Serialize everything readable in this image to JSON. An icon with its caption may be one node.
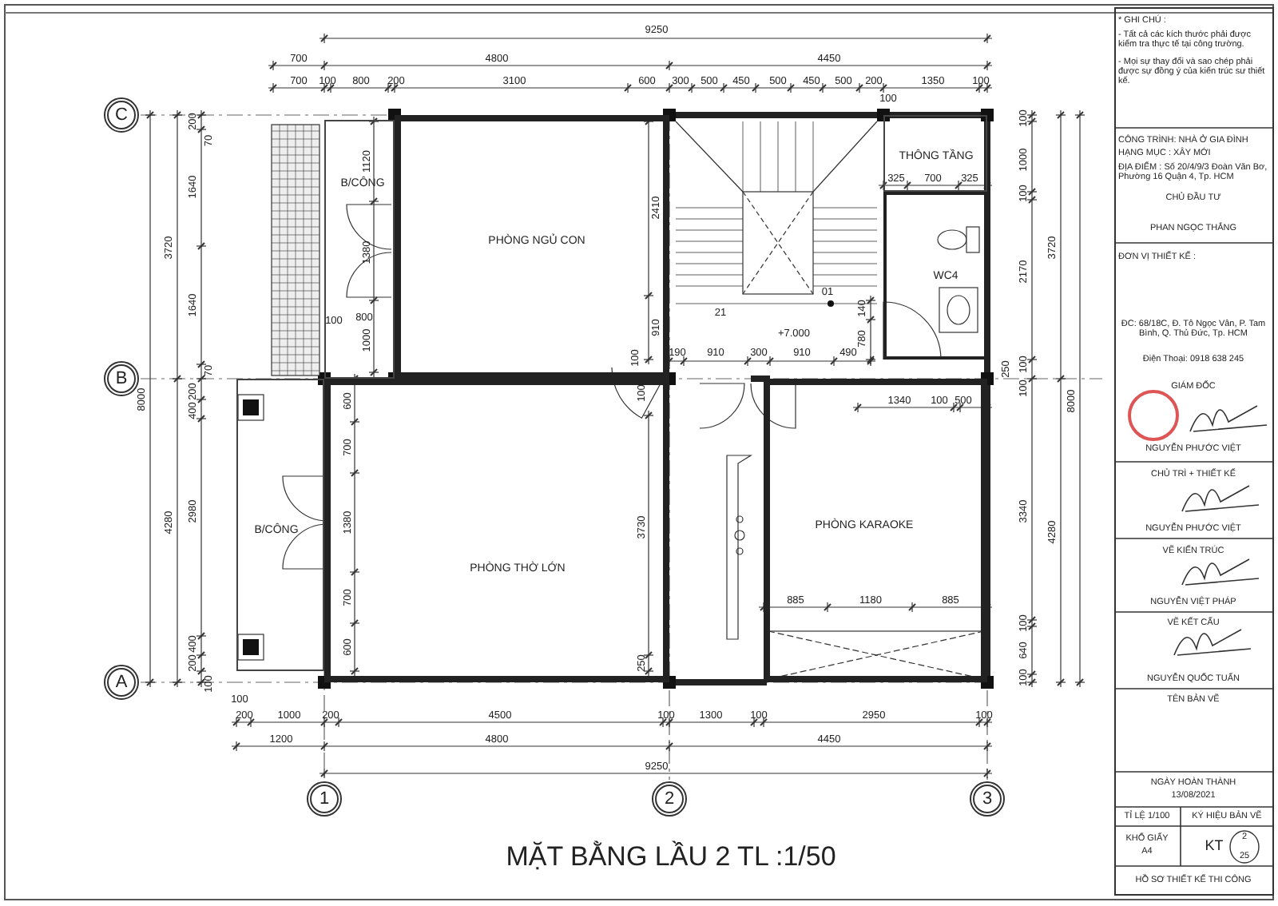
{
  "diagram": {
    "title": "MẶT BẰNG LẦU 2 TL :1/50",
    "nodes": [
      {
        "text": [
          "C"
        ]
      },
      {
        "text": [
          "B/CÔNG"
        ]
      },
      {
        "text": [
          "PHÒNG NGỦ CON"
        ]
      },
      {
        "text": [
          "THÔNG TẦNG"
        ]
      },
      {
        "text": [
          "WC4"
        ]
      },
      {
        "text": [
          "B"
        ]
      },
      {
        "text": [
          "PHÒNG KARAOKE"
        ]
      },
      {
        "text": [
          "B/CÔNG"
        ]
      },
      {
        "text": [
          "PHÒNG THỜ LỚN"
        ]
      },
      {
        "text": [
          "A"
        ]
      },
      {
        "text": [
          "1"
        ]
      },
      {
        "text": [
          "2"
        ]
      },
      {
        "text": [
          "3"
        ]
      }
    ],
    "edges": [],
    "labels": [
      "9250",
      "700",
      "4800",
      "4450",
      "700",
      "100",
      "800",
      "200",
      "3100",
      "600",
      "300",
      "500",
      "450",
      "500",
      "450",
      "500",
      "200",
      "1350",
      "100",
      "100",
      "200",
      "70",
      "1640",
      "3720",
      "1640",
      "70",
      "200",
      "400",
      "8000",
      "4280",
      "2980",
      "400",
      "200",
      "100",
      "100",
      "1000",
      "100",
      "3720",
      "2170",
      "250",
      "100",
      "100",
      "8000",
      "3340",
      "4280",
      "100",
      "640",
      "100",
      "325",
      "700",
      "325",
      "1120",
      "2410",
      "1380",
      "01",
      "21",
      "140",
      "100",
      "800",
      "1000",
      "910",
      "+7.000",
      "780",
      "190",
      "910",
      "300",
      "910",
      "490",
      "100",
      "100",
      "1340",
      "100",
      "500",
      "600",
      "700",
      "1380",
      "3730",
      "700",
      "885",
      "1180",
      "885",
      "600",
      "250",
      "100",
      "200",
      "1000",
      "200",
      "4500",
      "100",
      "1300",
      "100",
      "2950",
      "100",
      "1200",
      "4800",
      "4450",
      "9250",
      "* GHI CHÚ :",
      "- Tất cả các kích thước phải được kiểm tra thực tế tại công trường.",
      "- Mọi sự thay đổi và sao chép phải được sự đồng ý của kiến trúc sư thiết kế.",
      "CÔNG TRÌNH: NHÀ Ở GIA ĐÌNH",
      "HẠNG MỤC : XÂY MỚI",
      "ĐỊA ĐIỂM : Số 20/4/9/3 Đoàn Văn Bơ, Phường 16 Quận 4, Tp. HCM",
      "CHỦ ĐẦU TƯ",
      "PHAN NGỌC THẮNG",
      "ĐƠN VỊ THIẾT KẾ :",
      "ĐC: 68/18C, Đ. Tô Ngọc Vân, P. Tam Bình, Q. Thủ Đức, Tp. HCM",
      "Điện Thoại: 0918 638 245",
      "GIÁM ĐỐC",
      "NGUYỄN PHƯỚC VIỆT",
      "CHỦ TRÌ + THIẾT KẾ",
      "NGUYỄN PHƯỚC VIỆT",
      "VẼ KIẾN TRÚC",
      "NGUYỄN VIỆT PHÁP",
      "VẼ KẾT CẤU",
      "NGUYỄN QUỐC TUẤN",
      "TÊN BẢN VẼ",
      "NGÀY HOÀN THÀNH",
      "13/08/2021",
      "TỈ LỆ 1/100",
      "KÝ HIỆU BẢN VẼ",
      "KHỔ GIẤY",
      "A4",
      "KT",
      "2",
      "25",
      "HỒ SƠ THIẾT KẾ THI CÔNG"
    ]
  }
}
